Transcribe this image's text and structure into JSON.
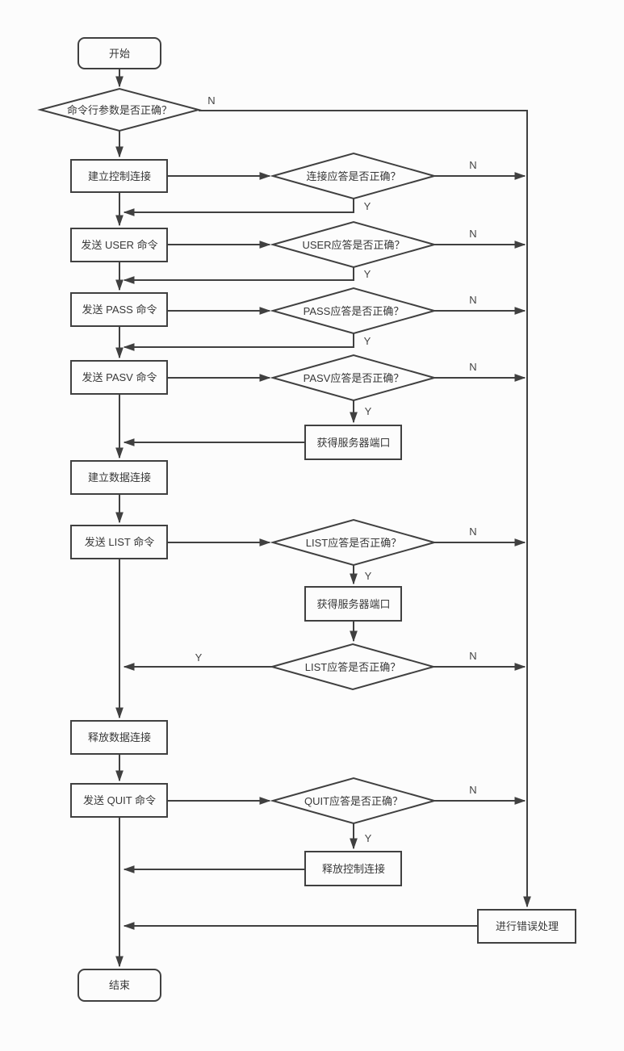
{
  "diagram": {
    "type": "flowchart",
    "background_color": "#fcfcfc",
    "line_color": "#404040",
    "text_color": "#383838",
    "branch_labels": {
      "yes": "Y",
      "no": "N"
    },
    "nodes": {
      "start": {
        "label": "开始",
        "shape": "terminal"
      },
      "check_args": {
        "label": "命令行参数是否正确？",
        "shape": "decision"
      },
      "establish_control": {
        "label": "建立控制连接",
        "shape": "process"
      },
      "check_connect_reply": {
        "label": "连接应答是否正确？",
        "shape": "decision"
      },
      "send_user": {
        "label": "发送 USER 命令",
        "shape": "process"
      },
      "check_user_reply": {
        "label": "USER应答是否正确？",
        "shape": "decision"
      },
      "send_pass": {
        "label": "发送 PASS 命令",
        "shape": "process"
      },
      "check_pass_reply": {
        "label": "PASS应答是否正确？",
        "shape": "decision"
      },
      "send_pasv": {
        "label": "发送 PASV 命令",
        "shape": "process"
      },
      "check_pasv_reply": {
        "label": "PASV应答是否正确？",
        "shape": "decision"
      },
      "get_server_port_1": {
        "label": "获得服务器端口",
        "shape": "process"
      },
      "establish_data": {
        "label": "建立数据连接",
        "shape": "process"
      },
      "send_list": {
        "label": "发送 LIST 命令",
        "shape": "process"
      },
      "check_list_reply_1": {
        "label": "LIST应答是否正确？",
        "shape": "decision"
      },
      "get_server_port_2": {
        "label": "获得服务器端口",
        "shape": "process"
      },
      "check_list_reply_2": {
        "label": "LIST应答是否正确？",
        "shape": "decision"
      },
      "release_data": {
        "label": "释放数据连接",
        "shape": "process"
      },
      "send_quit": {
        "label": "发送 QUIT 命令",
        "shape": "process"
      },
      "check_quit_reply": {
        "label": "QUIT应答是否正确？",
        "shape": "decision"
      },
      "release_control": {
        "label": "释放控制连接",
        "shape": "process"
      },
      "handle_error": {
        "label": "进行错误处理",
        "shape": "process"
      },
      "end": {
        "label": "结束",
        "shape": "terminal"
      }
    }
  }
}
